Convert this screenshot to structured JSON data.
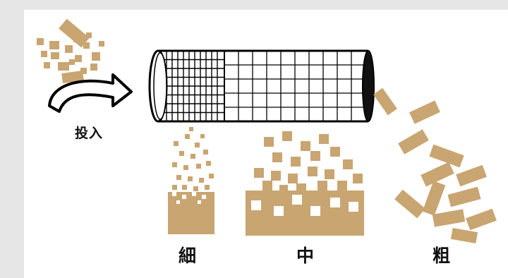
{
  "labels": {
    "input": "投入",
    "fine": "細",
    "medium": "中",
    "coarse": "粗"
  },
  "colors": {
    "particle": "#c9a571",
    "drum_line": "#000000",
    "arrow": "#000000",
    "background": "#e6e6e6",
    "panel": "#ffffff"
  },
  "icons": {
    "input_arrow": "curved-arrow-icon",
    "sieve": "rotary-drum-screen"
  }
}
